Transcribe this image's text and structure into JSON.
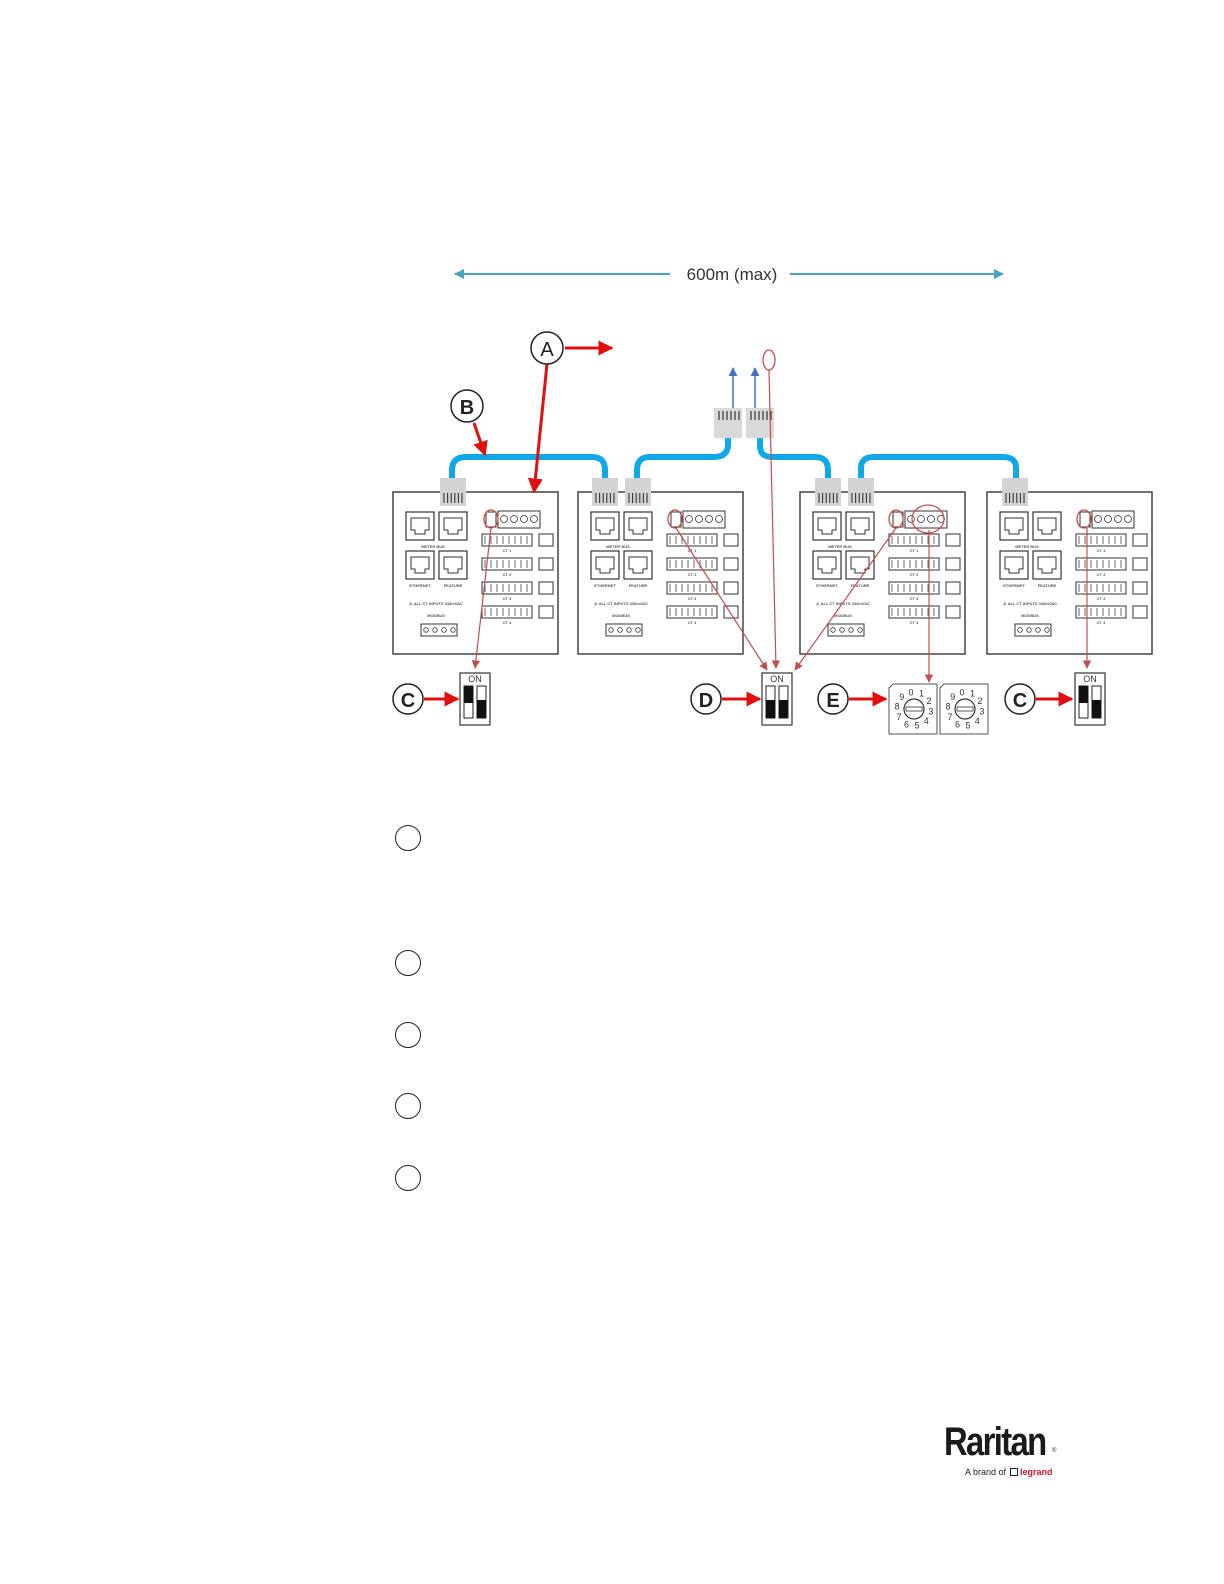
{
  "diagram": {
    "span_label": "600m (max)",
    "callouts": [
      {
        "letter": "A"
      },
      {
        "letter": "B"
      },
      {
        "letter": "C"
      },
      {
        "letter": "D"
      },
      {
        "letter": "E"
      },
      {
        "letter": "C"
      }
    ],
    "dip_switch_label": "ON",
    "dial_digits": [
      "0",
      "1",
      "2",
      "3",
      "4",
      "5",
      "6",
      "7",
      "8",
      "9"
    ],
    "device_labels": {
      "meter_bus": "METER BUS",
      "ethernet": "ETHERNET",
      "feature": "FEATURE",
      "warning": "ALL CT INPUTS 333mVAC",
      "modbus": "MODBUS",
      "ct1": "CT 1",
      "ct2": "CT 2",
      "ct3": "CT 3",
      "ct4": "CT 4"
    },
    "colors": {
      "cable": "#12a8e8",
      "dimension_arrow": "#4aa3bf",
      "callout_arrow": "#e01010",
      "thin_arrow": "#c0504d",
      "uplink_arrow": "#4472c4"
    }
  },
  "footer": {
    "logo_word": "Raritan",
    "logo_registered": "®",
    "logo_tagline": "A brand of",
    "logo_brand": "legrand"
  }
}
